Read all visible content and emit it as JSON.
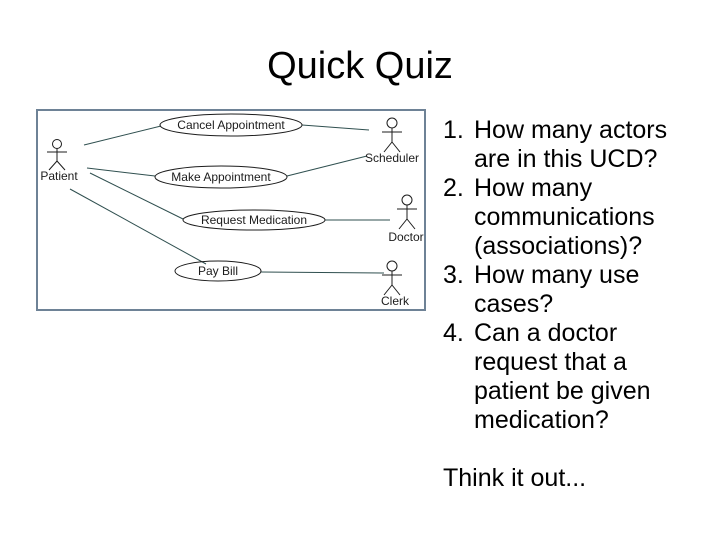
{
  "slide": {
    "title": "Quick Quiz",
    "colors": {
      "background": "#ffffff",
      "text": "#000000",
      "diagram_border": "#6e8296",
      "association_line": "#2f4f4f",
      "diagram_ink": "#1c1c1c"
    },
    "quiz": {
      "items": [
        {
          "number": "1.",
          "text": "How many actors\nare in this UCD?"
        },
        {
          "number": "2.",
          "text": "How many\ncommunications\n(associations)?"
        },
        {
          "number": "3.",
          "text": "How many use\ncases?"
        },
        {
          "number": "4.",
          "text": "Can a doctor\nrequest that a\npatient be given\nmedication?"
        }
      ],
      "footer": "Think it out..."
    },
    "diagram": {
      "type": "uml-use-case-diagram",
      "actors": [
        {
          "label": "Patient"
        },
        {
          "label": "Scheduler"
        },
        {
          "label": "Doctor"
        },
        {
          "label": "Clerk"
        }
      ],
      "use_cases": [
        {
          "label": "Cancel Appointment"
        },
        {
          "label": "Make Appointment"
        },
        {
          "label": "Request Medication"
        },
        {
          "label": "Pay Bill"
        }
      ],
      "associations": [
        "Patient - Cancel Appointment",
        "Cancel Appointment - Scheduler",
        "Patient - Make Appointment",
        "Make Appointment - Scheduler",
        "Patient - Request Medication",
        "Request Medication - Doctor",
        "Patient - Pay Bill",
        "Pay Bill - Clerk"
      ]
    }
  }
}
